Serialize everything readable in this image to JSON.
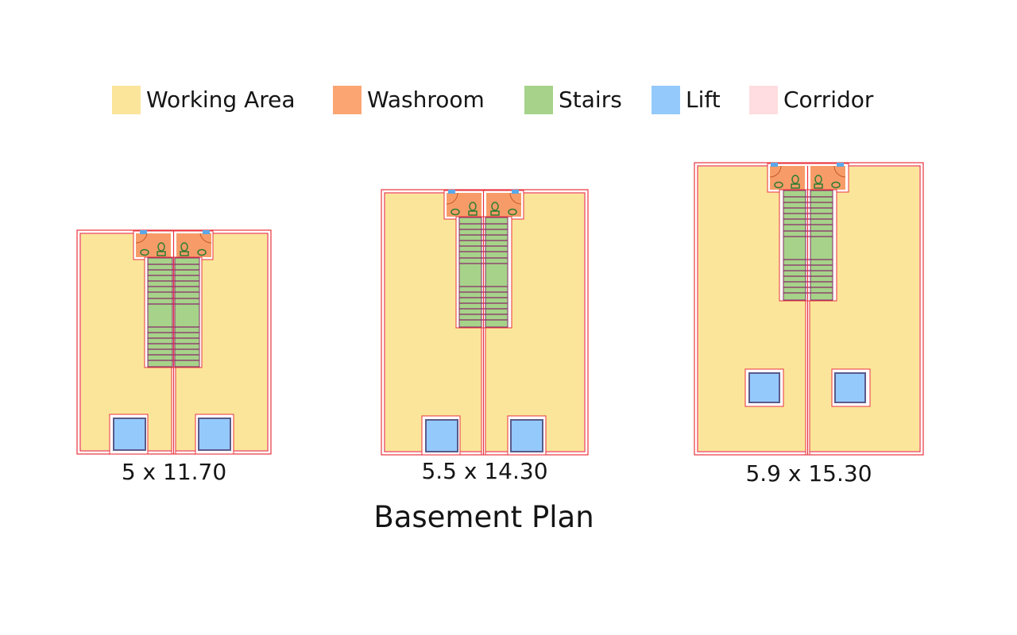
{
  "legend": {
    "items": [
      {
        "label": "Working Area",
        "color": "#fbe59a"
      },
      {
        "label": "Washroom",
        "color": "#fba573"
      },
      {
        "label": "Stairs",
        "color": "#a6d389"
      },
      {
        "label": "Lift",
        "color": "#94c9fb"
      },
      {
        "label": "Corridor",
        "color": "#ffdde0"
      }
    ]
  },
  "plans": [
    {
      "dimension": "5 x 11.70",
      "units": 2,
      "components": [
        "working-area",
        "washroom",
        "stairs",
        "lift"
      ]
    },
    {
      "dimension": "5.5 x 14.30",
      "units": 2,
      "components": [
        "working-area",
        "washroom",
        "stairs",
        "lift"
      ]
    },
    {
      "dimension": "5.9 x 15.30",
      "units": 2,
      "components": [
        "working-area",
        "washroom",
        "stairs",
        "lift"
      ]
    }
  ],
  "title": "Basement Plan",
  "colors": {
    "wall": "#e8323c",
    "stair_line": "#8a2a6a",
    "fixture": "#2e7d32",
    "lift_frame": "#5a5a8a"
  }
}
